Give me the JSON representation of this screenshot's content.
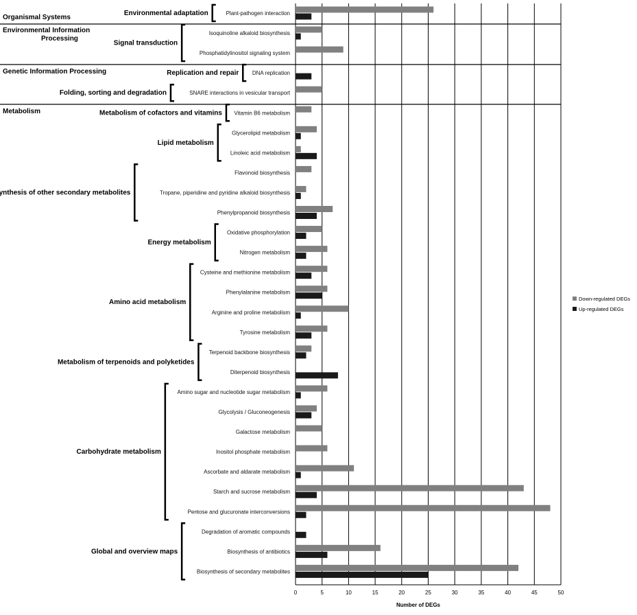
{
  "chart_data": {
    "type": "bar",
    "orientation": "horizontal",
    "xlabel": "Number of DEGs",
    "xlim": [
      0,
      50
    ],
    "xticks": [
      0,
      5,
      10,
      15,
      20,
      25,
      30,
      35,
      40,
      45,
      50
    ],
    "grid": true,
    "legend_position": "right",
    "series": [
      {
        "name": "Down-regulated DEGs",
        "color": "#808080"
      },
      {
        "name": "Up-regulated DEGs",
        "color": "#1a1a1a"
      }
    ],
    "rows": [
      {
        "label": "Plant-pathogen interaction",
        "down": 26,
        "up": 3
      },
      {
        "label": "Isoquinoline alkaloid biosynthesis",
        "down": 5,
        "up": 1
      },
      {
        "label": "Phosphatidylinositol signaling system",
        "down": 9,
        "up": 0
      },
      {
        "label": "DNA replication",
        "down": 0,
        "up": 3
      },
      {
        "label": "SNARE interactions in vesicular transport",
        "down": 5,
        "up": 0
      },
      {
        "label": "Vitamin B6 metabolism",
        "down": 3,
        "up": 0
      },
      {
        "label": "Glycerolipid metabolism",
        "down": 4,
        "up": 1
      },
      {
        "label": "Linoleic acid metabolism",
        "down": 1,
        "up": 4
      },
      {
        "label": "Flavonoid biosynthesis",
        "down": 3,
        "up": 0
      },
      {
        "label": "Tropane, piperidine and pyridine alkaloid biosynthesis",
        "down": 2,
        "up": 1
      },
      {
        "label": "Phenylpropanoid biosynthesis",
        "down": 7,
        "up": 4
      },
      {
        "label": "Oxidative phosphorylation",
        "down": 5,
        "up": 2
      },
      {
        "label": "Nitrogen metabolism",
        "down": 6,
        "up": 2
      },
      {
        "label": "Cysteine and methionine metabolism",
        "down": 6,
        "up": 3
      },
      {
        "label": "Phenylalanine metabolism",
        "down": 6,
        "up": 5
      },
      {
        "label": "Arginine and proline metabolism",
        "down": 10,
        "up": 1
      },
      {
        "label": "Tyrosine metabolism",
        "down": 6,
        "up": 3
      },
      {
        "label": "Terpenoid backbone biosynthesis",
        "down": 3,
        "up": 2
      },
      {
        "label": "Diterpenoid biosynthesis",
        "down": 0,
        "up": 8
      },
      {
        "label": "Amino sugar and nucleotide sugar metabolism",
        "down": 6,
        "up": 1
      },
      {
        "label": "Glycolysis / Gluconeogenesis",
        "down": 4,
        "up": 3
      },
      {
        "label": "Galactose metabolism",
        "down": 5,
        "up": 0
      },
      {
        "label": "Inositol phosphate metabolism",
        "down": 6,
        "up": 0
      },
      {
        "label": "Ascorbate and aldarate metabolism",
        "down": 11,
        "up": 1
      },
      {
        "label": "Starch and sucrose metabolism",
        "down": 43,
        "up": 4
      },
      {
        "label": "Pentose and glucuronate interconversions",
        "down": 48,
        "up": 2
      },
      {
        "label": "Degradation of aromatic compounds",
        "down": 0,
        "up": 2
      },
      {
        "label": "Biosynthesis of antibiotics",
        "down": 16,
        "up": 6
      },
      {
        "label": "Biosynthesis of secondary metabolites",
        "down": 42,
        "up": 25
      }
    ],
    "categories": [
      {
        "name": "Organismal Systems"
      },
      {
        "name": "Environmental Information Processing"
      },
      {
        "name": "Genetic Information Processing"
      },
      {
        "name": "Metabolism"
      }
    ],
    "subcategories": [
      {
        "name": "Environmental adaptation",
        "first": 0,
        "last": 0
      },
      {
        "name": "Signal transduction",
        "first": 1,
        "last": 2
      },
      {
        "name": "Replication and repair",
        "first": 3,
        "last": 3
      },
      {
        "name": "Folding, sorting and degradation",
        "first": 4,
        "last": 4
      },
      {
        "name": "Metabolism of cofactors and vitamins",
        "first": 5,
        "last": 5
      },
      {
        "name": "Lipid metabolism",
        "first": 6,
        "last": 7
      },
      {
        "name": "Biosynthesis of other secondary metabolites",
        "first": 8,
        "last": 10
      },
      {
        "name": "Energy metabolism",
        "first": 11,
        "last": 12
      },
      {
        "name": "Amino acid metabolism",
        "first": 13,
        "last": 16
      },
      {
        "name": "Metabolism of terpenoids and polyketides",
        "first": 17,
        "last": 18
      },
      {
        "name": "Carbohydrate metabolism",
        "first": 19,
        "last": 25
      },
      {
        "name": "Global and overview maps",
        "first": 26,
        "last": 28
      }
    ]
  }
}
